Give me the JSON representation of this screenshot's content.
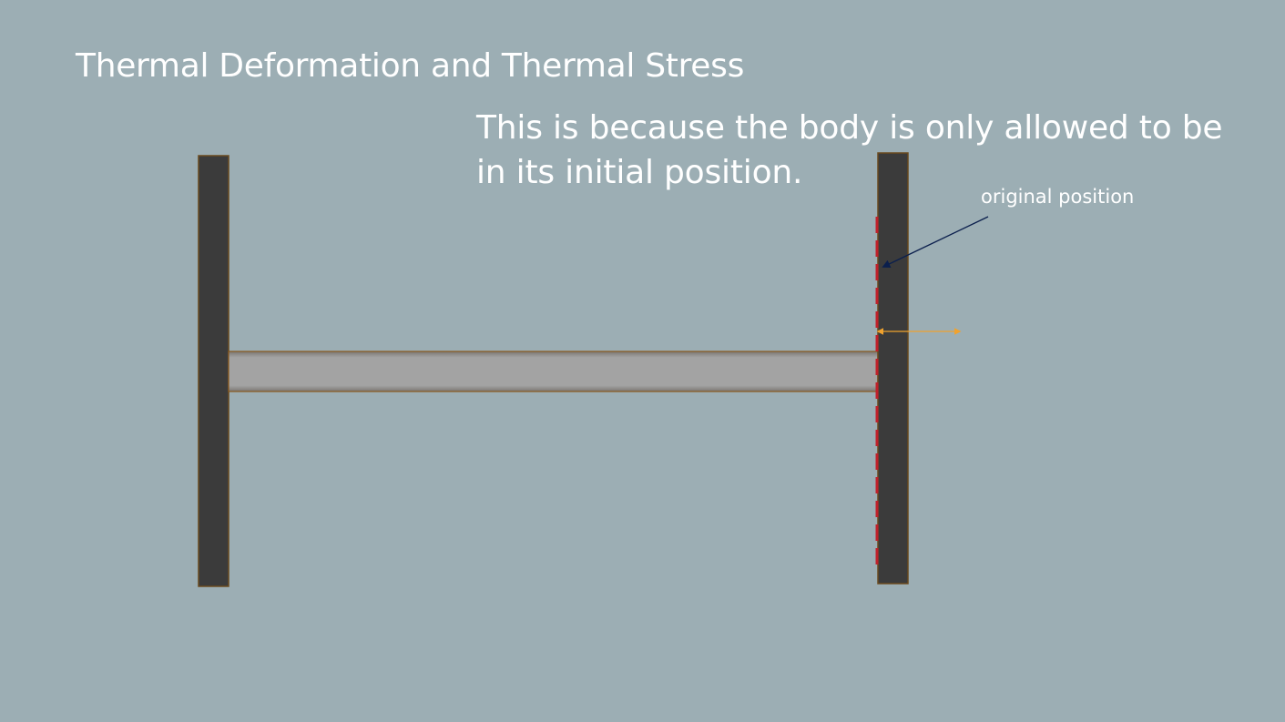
{
  "slide": {
    "background": "#9caeb4",
    "title": "Thermal Deformation and Thermal Stress",
    "body_lines": [
      "This is because the body is only allowed to be",
      "in its initial position."
    ],
    "annotation": {
      "label": "original position"
    }
  },
  "colors": {
    "wall_fill": "#3b3b3b",
    "wall_border": "#6b4a1e",
    "bar_fill": "#a3a3a3",
    "bar_border": "#8a5a1e",
    "dashed_line": "#c0202a",
    "pointer_arrow": "#0b1f4d",
    "expansion_arrow": "#f0a22e"
  },
  "icons": {
    "pointer": "arrow-pointer-icon",
    "expansion": "double-arrow-icon"
  }
}
